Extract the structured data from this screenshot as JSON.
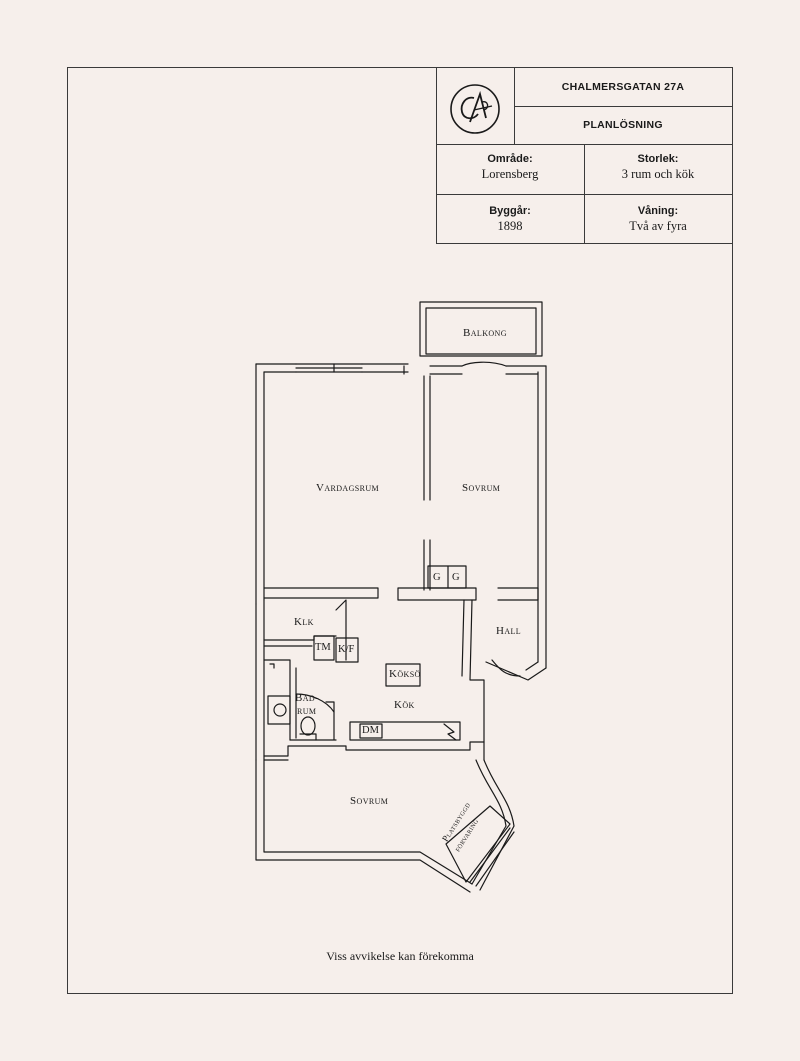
{
  "title_block": {
    "address": "CHALMERSGATAN 27A",
    "subtitle": "PLANLÖSNING",
    "area_label": "Område:",
    "area_value": "Lorensberg",
    "size_label": "Storlek:",
    "size_value": "3 rum och kök",
    "built_label": "Byggår:",
    "built_value": "1898",
    "floor_label": "Våning:",
    "floor_value": "Två av fyra"
  },
  "rooms": {
    "balcony": "Balkong",
    "living_room": "Vardagsrum",
    "bedroom_top": "Sovrum",
    "closet": "Klk",
    "hall": "Hall",
    "kitchen_island": "Köksö",
    "kitchen": "Kök",
    "bathroom_1": "Bad-",
    "bathroom_2": "rum",
    "bedroom_bottom": "Sovrum",
    "builtin_storage_1": "Platsbyggd",
    "builtin_storage_2": "förvaring"
  },
  "fixtures": {
    "g1": "G",
    "g2": "G",
    "tm": "TM",
    "kf": "K/F",
    "dm": "DM"
  },
  "footer": "Viss avvikelse kan förekomma",
  "colors": {
    "background": "#f6efeb",
    "ink": "#1a1a1a"
  }
}
